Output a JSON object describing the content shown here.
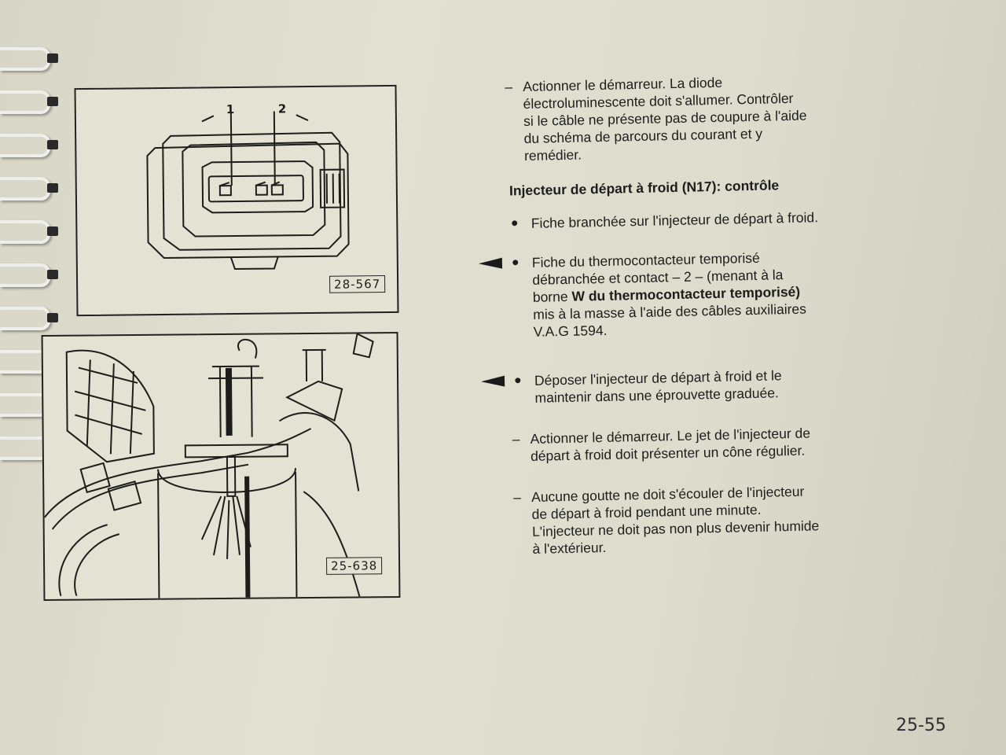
{
  "figures": {
    "top": {
      "code": "28-567",
      "label_1": "1",
      "label_2": "2"
    },
    "bottom": {
      "code": "25-638"
    }
  },
  "steps": {
    "step1": {
      "marker": "–",
      "line1": "Actionner le démarreur. La diode",
      "line2": "électroluminescente doit s'allumer. Contrôler",
      "line3": "si le câble ne présente pas de coupure à l'aide",
      "line4": "du schéma de parcours du courant et y",
      "line5": "remédier."
    },
    "heading": "Injecteur de départ à froid (N17): contrôle",
    "step2": {
      "marker": "●",
      "line1": "Fiche branchée sur l'injecteur de départ à froid."
    },
    "step3": {
      "marker": "●",
      "line1": "Fiche du thermocontacteur temporisé",
      "line2": "débranchée et contact – 2 – (menant à la",
      "line3_prefix": "borne ",
      "line3_bold": "W du thermocontacteur temporisé)",
      "line4": "mis à la masse à l'aide des câbles auxiliaires",
      "line5": "V.A.G 1594."
    },
    "step4": {
      "marker": "●",
      "line1": "Déposer l'injecteur de départ à froid et le",
      "line2": "maintenir dans une éprouvette graduée."
    },
    "step5": {
      "marker": "–",
      "line1": "Actionner le démarreur. Le jet de l'injecteur de",
      "line2": "départ à froid doit présenter un cône régulier."
    },
    "step6": {
      "marker": "–",
      "line1": "Aucune goutte ne doit s'écouler de l'injecteur",
      "line2": "de départ à froid pendant une minute.",
      "line3": "L'injecteur ne doit pas non plus devenir humide",
      "line4": "à l'extérieur."
    }
  },
  "page_number": "25-55",
  "icons": {
    "pointer": "left-arrow-pointer-icon"
  }
}
